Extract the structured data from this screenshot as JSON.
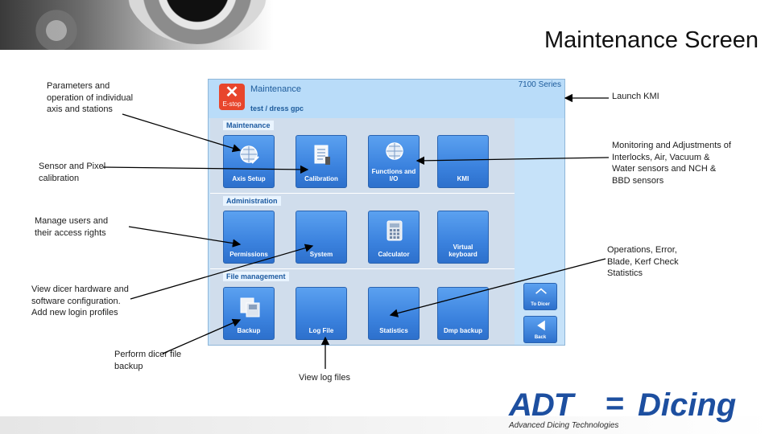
{
  "slide": {
    "title": "Maintenance Screen"
  },
  "annotations": {
    "parameters": "Parameters and operation of individual axis and stations",
    "sensor": "Sensor and Pixel calibration",
    "manage_users": "Manage users and their access rights",
    "view_dicer": "View dicer hardware and software configuration. Add new login profiles",
    "perform_backup": "Perform dicer file backup",
    "view_log": "View log files",
    "launch_kmi": "Launch KMI",
    "monitoring": "Monitoring and Adjustments of Interlocks, Air, Vacuum & Water sensors and NCH & BBD sensors",
    "operations": "Operations, Error, Blade, Kerf Check Statistics"
  },
  "screen": {
    "estop_label": "E-stop",
    "title": "Maintenance",
    "subtitle": "test / dress gpc",
    "series": "7100 Series",
    "sections": {
      "maintenance": "Maintenance",
      "administration": "Administration",
      "file_management": "File management"
    },
    "tiles": {
      "axis_setup": "Axis Setup",
      "calibration": "Calibration",
      "functions_io": "Functions and I/O",
      "kmi": "KMI",
      "permissions": "Permissions",
      "system": "System",
      "calculator": "Calculator",
      "virtual_keyboard": "Virtual keyboard",
      "backup": "Backup",
      "log_file": "Log File",
      "statistics": "Statistics",
      "dmp_backup": "Dmp backup"
    },
    "side_buttons": {
      "to_dicer": "To Dicer",
      "back": "Back"
    }
  },
  "logo": {
    "adt": "ADT",
    "eq": "=",
    "dicing": "Dicing",
    "tagline": "Advanced Dicing Technologies"
  },
  "colors": {
    "tile": "#3b82de",
    "panel": "#c6e2f9",
    "brand": "#1d4fa0",
    "estop": "#e8462c"
  }
}
